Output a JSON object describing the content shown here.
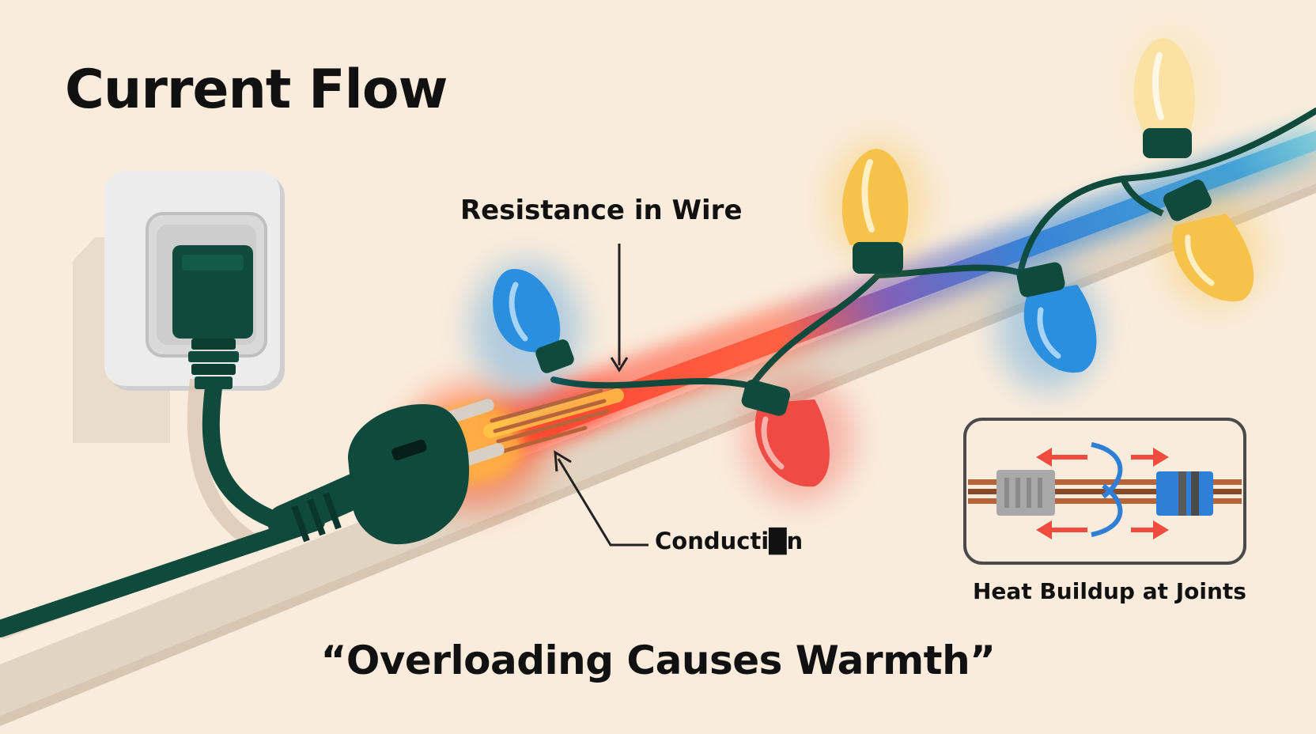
{
  "title": "Current Flow",
  "labels": {
    "resistance": "Resistance in Wire",
    "conduction": "Conducti█n",
    "joints": "Heat Buildup at Joints"
  },
  "caption": "“Overloading Causes Warmth”",
  "colors": {
    "background": "#f9ecdc",
    "cord": "#0f4a3c",
    "heat_red": "#ef4b3f",
    "heat_orange": "#f6a63c",
    "current_blue": "#2f7fd6",
    "bulb_blue": "#2b8fe0",
    "bulb_red": "#ef4b44",
    "bulb_yellow": "#f7c24a",
    "copper": "#b8643a",
    "text": "#111111"
  },
  "icons": [
    "wall-outlet-icon",
    "plug-icon",
    "bulb-icon",
    "wire-joint-icon",
    "heat-arrow-icon"
  ]
}
